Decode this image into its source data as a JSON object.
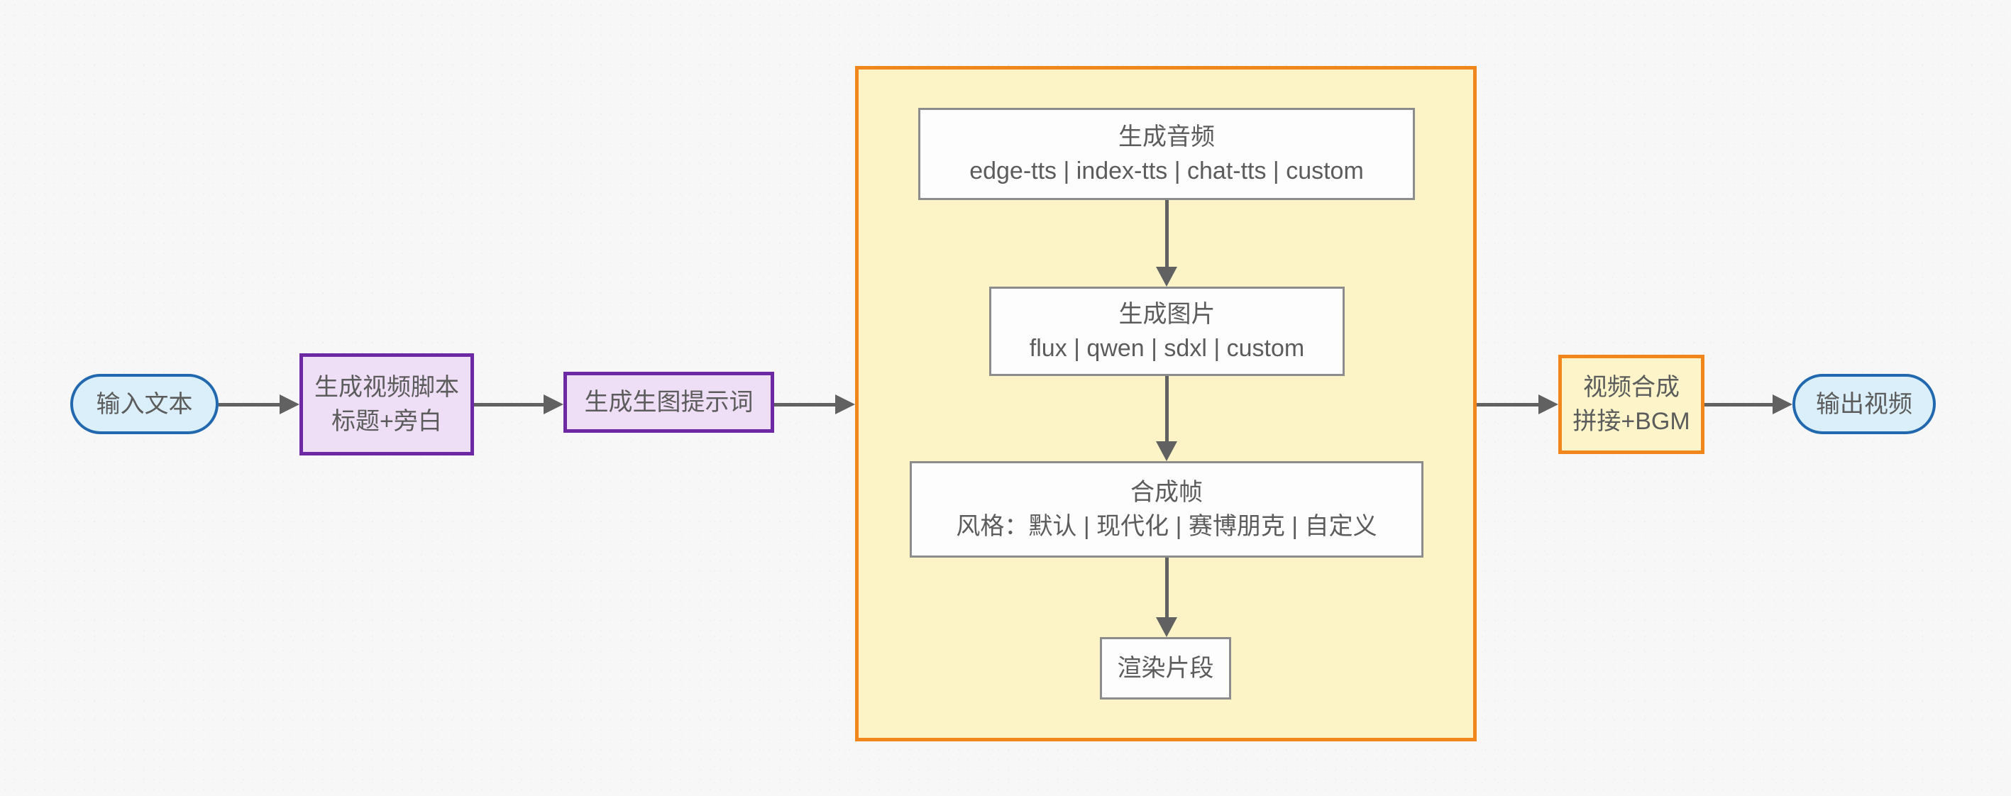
{
  "diagram": {
    "type": "flowchart",
    "background_color": "#f7f7f7",
    "nodes": {
      "input": {
        "label": "输入文本"
      },
      "script": {
        "line1": "生成视频脚本",
        "line2": "标题+旁白"
      },
      "prompt": {
        "label": "生成生图提示词"
      },
      "audio": {
        "line1": "生成音频",
        "line2": "edge-tts | index-tts | chat-tts | custom"
      },
      "image": {
        "line1": "生成图片",
        "line2": "flux | qwen | sdxl | custom"
      },
      "frame": {
        "line1": "合成帧",
        "line2": "风格：默认 | 现代化 | 赛博朋克 | 自定义"
      },
      "render": {
        "label": "渲染片段"
      },
      "compose": {
        "line1": "视频合成",
        "line2": "拼接+BGM"
      },
      "output": {
        "label": "输出视频"
      }
    },
    "edges": [
      {
        "from": "input",
        "to": "script"
      },
      {
        "from": "script",
        "to": "prompt"
      },
      {
        "from": "prompt",
        "to": "group"
      },
      {
        "from": "audio",
        "to": "image"
      },
      {
        "from": "image",
        "to": "frame"
      },
      {
        "from": "frame",
        "to": "render"
      },
      {
        "from": "group",
        "to": "compose"
      },
      {
        "from": "compose",
        "to": "output"
      }
    ],
    "colors": {
      "terminal_fill": "#daeffa",
      "terminal_border": "#2268ae",
      "process_fill": "#efdff6",
      "process_border": "#6d28a4",
      "group_fill": "#fcf4c6",
      "group_border": "#f0861c",
      "step_fill": "#fdfdfd",
      "step_border": "#8c8c8c",
      "arrow": "#616161",
      "text": "#5c5c5c"
    }
  }
}
